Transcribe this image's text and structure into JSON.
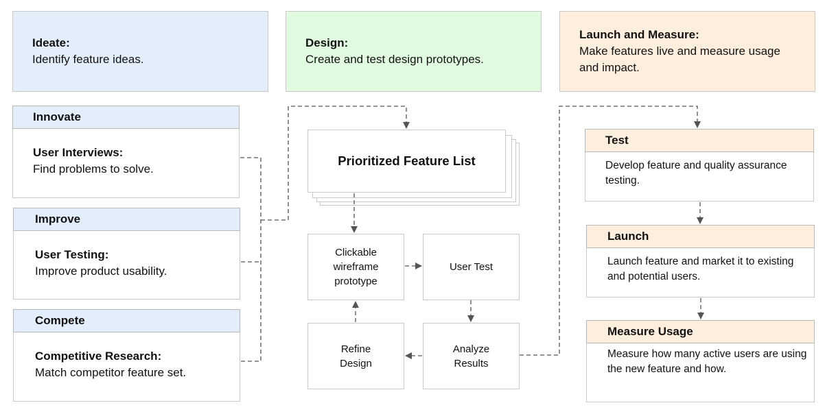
{
  "phases": {
    "ideate": {
      "title": "Ideate:",
      "desc": "Identify feature ideas."
    },
    "design": {
      "title": "Design:",
      "desc": "Create and test design prototypes."
    },
    "launch_measure": {
      "title": "Launch and Measure:",
      "desc": "Make features live and measure usage and impact."
    }
  },
  "ideate_cards": [
    {
      "header": "Innovate",
      "title": "User Interviews:",
      "desc": "Find problems to solve."
    },
    {
      "header": "Improve",
      "title": "User Testing:",
      "desc": "Improve product usability."
    },
    {
      "header": "Compete",
      "title": "Competitive Research:",
      "desc": "Match competitor feature set."
    }
  ],
  "design_flow": {
    "feature_list": "Prioritized Feature List",
    "wireframe": "Clickable wireframe prototype",
    "user_test": "User Test",
    "analyze": "Analyze Results",
    "refine": "Refine Design"
  },
  "launch_cards": [
    {
      "header": "Test",
      "desc": "Develop feature and quality assurance testing."
    },
    {
      "header": "Launch",
      "desc": "Launch feature and market it to existing and potential users."
    },
    {
      "header": "Measure Usage",
      "desc": "Measure how many active users are using the new feature and how."
    }
  ],
  "colors": {
    "ideate_bg": "#e2effb",
    "design_bg": "#e1fbe1",
    "launch_bg": "#fdeede",
    "line": "#555555"
  }
}
